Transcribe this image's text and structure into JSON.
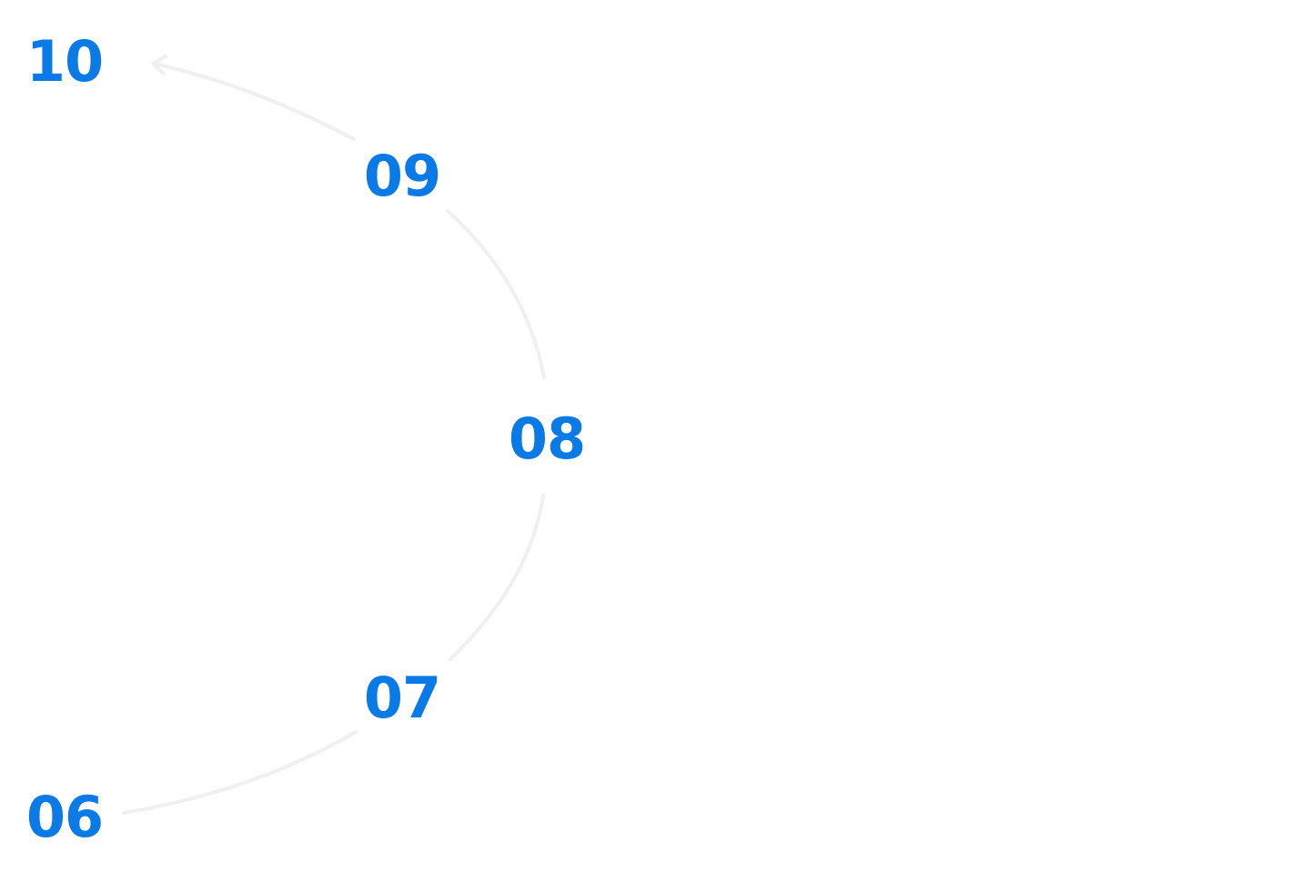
{
  "colors": {
    "label": "#0a7ae6",
    "arc": "#f0f0f0"
  },
  "steps": [
    {
      "id": "06",
      "label": "06"
    },
    {
      "id": "07",
      "label": "07"
    },
    {
      "id": "08",
      "label": "08"
    },
    {
      "id": "09",
      "label": "09"
    },
    {
      "id": "10",
      "label": "10"
    }
  ],
  "arrow": {
    "direction": "toward-10"
  }
}
